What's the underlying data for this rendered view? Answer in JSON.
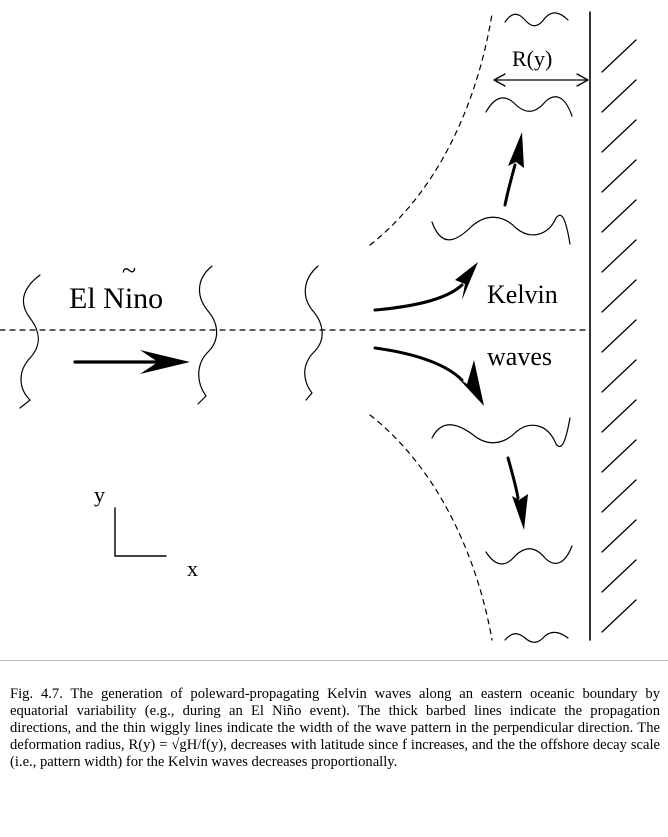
{
  "labels": {
    "el_nino": "El Nino",
    "tilde": "~",
    "kelvin": "Kelvin",
    "waves": "waves",
    "radius": "R(y)",
    "axis_y": "y",
    "axis_x": "x"
  },
  "caption": {
    "text": "Fig. 4.7. The generation of poleward-propagating Kelvin waves along an eastern oceanic boundary by equatorial variability (e.g., during an El Niño event). The thick barbed lines indicate the propagation directions, and the thin wiggly lines indicate the width of the wave pattern in the perpendicular direction. The deformation radius, R(y) = √gH/f(y), decreases with latitude since f increases, and the the offshore decay scale (i.e., pattern width) for the Kelvin waves decreases proportionally."
  }
}
